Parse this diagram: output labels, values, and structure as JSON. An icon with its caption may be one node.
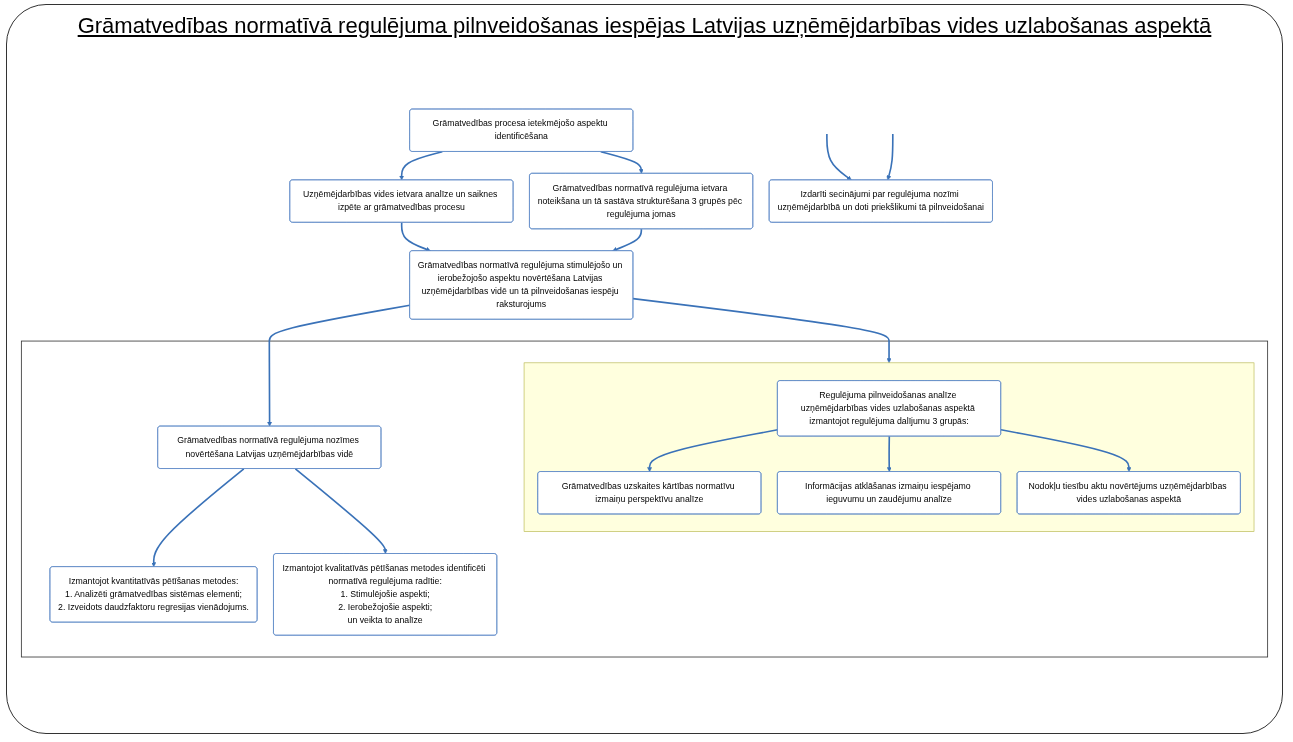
{
  "diagram": {
    "title": "Grāmatvedības normatīvā regulējuma pilnveidošanas iespējas Latvijas uzņēmējdarbības vides uzlabošanas aspektā",
    "nodes": [
      {
        "text": [
          "Grāmatvedības procesa ietekmējošo aspektu identificēšana"
        ]
      },
      {
        "text": [
          "Uzņēmējdarbības vides ietvara analīze un saiknes izpēte ar grāmatvedības procesu"
        ]
      },
      {
        "text": [
          "Grāmatvedības normatīvā regulējuma ietvara noteikšana un tā sastāva strukturēšana 3 grupēs pēc regulējuma jomas"
        ]
      },
      {
        "text": [
          "Grāmatvedības normatīvā regulējuma stimulējošo un ierobežojošo aspektu novērtēšana Latvijas uzņēmējdarbības vidē un tā pilnveidošanas iespēju raksturojums"
        ]
      },
      {
        "text": [],
        "shape": "box"
      },
      {
        "text": [
          "Grāmatvedības normatīvā regulējuma nozīmes novērtēšana Latvijas uzņēmējdarbības vidē"
        ],
        "in": 4
      },
      {
        "text": [
          "Izmantojot kvantitatīvās pētīšanas metodes:",
          "1. Analizēti grāmatvedības sistēmas elementi;",
          "2. Izveidots daudzfaktoru regresijas vienādojums."
        ],
        "in": 4
      },
      {
        "text": [
          "Izmantojot kvalitatīvās pētīšanas metodes identificēti normatīvā regulējuma radītie:",
          "1. Stimulējošie aspekti;",
          "2. Ierobežojošie aspekti;",
          "un veikta to analīze"
        ],
        "in": 4
      },
      {
        "text": [],
        "shape": "box",
        "in": 4
      },
      {
        "text": [
          "Regulējuma pilnveidošanas analīze uzņēmējdarbības vides uzlabošanas aspektā izmantojot regulējuma dalījumu 3 grupās:"
        ],
        "in": 8
      },
      {
        "text": [
          "Grāmatvedības uzskaites kārtības normatīvu izmaiņu perspektīvu analīze"
        ],
        "in": 8
      },
      {
        "text": [
          "Informācijas atklāšanas izmaiņu iespējamo ieguvumu un zaudējumu analīze"
        ],
        "in": 8
      },
      {
        "text": [
          "Nodokļu tiesību aktu novērtējums uzņēmējdarbības vides uzlabošanas aspektā"
        ],
        "in": 8
      },
      {
        "text": [
          "Izdarīti secinājumi par regulējuma nozīmi uzņēmējdarbībā un doti priekšlikumi tā pilnveidošanai"
        ]
      }
    ],
    "edges": [
      {
        "from": 0,
        "to": 1,
        "arrow": "to"
      },
      {
        "from": 0,
        "to": 2,
        "arrow": "to"
      },
      {
        "from": 1,
        "to": 3,
        "arrow": "to"
      },
      {
        "from": 2,
        "to": 3,
        "arrow": "to"
      },
      {
        "from": 3,
        "to": 5,
        "arrow": "to"
      },
      {
        "from": 3,
        "to": 8,
        "arrow": "to"
      },
      {
        "from": 5,
        "to": 6,
        "arrow": "to"
      },
      {
        "from": 5,
        "to": 7,
        "arrow": "to"
      },
      {
        "from": 9,
        "to": 10,
        "arrow": "to"
      },
      {
        "from": 9,
        "to": 11,
        "arrow": "to"
      },
      {
        "from": 9,
        "to": 12,
        "arrow": "to"
      },
      {
        "from": null,
        "to": 13,
        "arrow": "to"
      },
      {
        "from": null,
        "to": 13,
        "arrow": "to"
      }
    ]
  }
}
